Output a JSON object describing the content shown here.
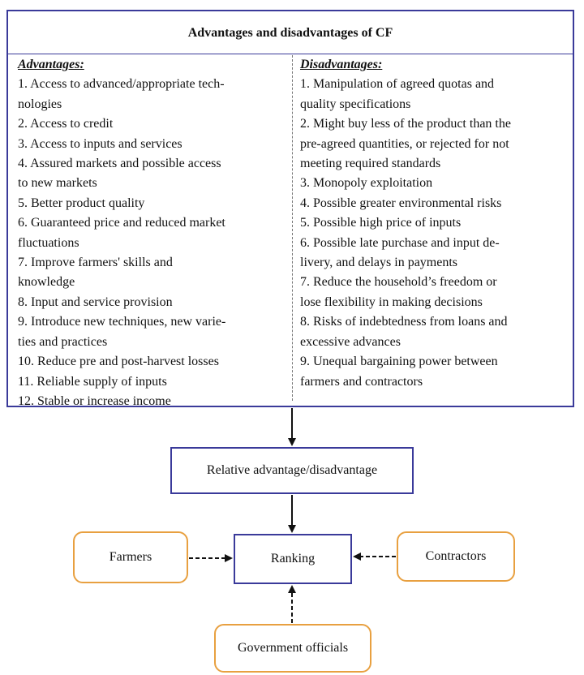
{
  "title": "Advantages and disadvantages of CF",
  "advantages": {
    "heading": "Advantages:",
    "lines": [
      "1. Access to advanced/appropriate tech-",
      "nologies",
      "2. Access to credit",
      "3. Access to inputs and services",
      "4. Assured markets and possible access",
      "to new markets",
      "5. Better product quality",
      "6. Guaranteed price and reduced market",
      "fluctuations",
      "7. Improve farmers' skills and",
      "knowledge",
      "8. Input and service provision",
      "9. Introduce new techniques, new varie-",
      "ties and practices",
      "10. Reduce pre and post-harvest losses",
      "11. Reliable supply of inputs",
      "12. Stable or increase income"
    ]
  },
  "disadvantages": {
    "heading": "Disadvantages:",
    "lines": [
      "1. Manipulation of agreed quotas and",
      "quality specifications",
      "2. Might buy less of the product than the",
      "pre-agreed quantities, or rejected for not",
      "meeting required standards",
      "3. Monopoly exploitation",
      "4. Possible greater environmental risks",
      "5. Possible high price of inputs",
      "6. Possible late purchase and input de-",
      "livery, and delays in payments",
      "7. Reduce the household’s freedom or",
      "lose flexibility in making decisions",
      "8. Risks of indebtedness from loans and",
      "excessive advances",
      "9. Unequal bargaining power between",
      "farmers and contractors"
    ]
  },
  "flow": {
    "relative": "Relative advantage/disadvantage",
    "ranking": "Ranking",
    "farmers": "Farmers",
    "contractors": "Contractors",
    "government": "Government officials"
  },
  "colors": {
    "navy_border": "#3a3a9a",
    "orange_border": "#e8a040"
  }
}
